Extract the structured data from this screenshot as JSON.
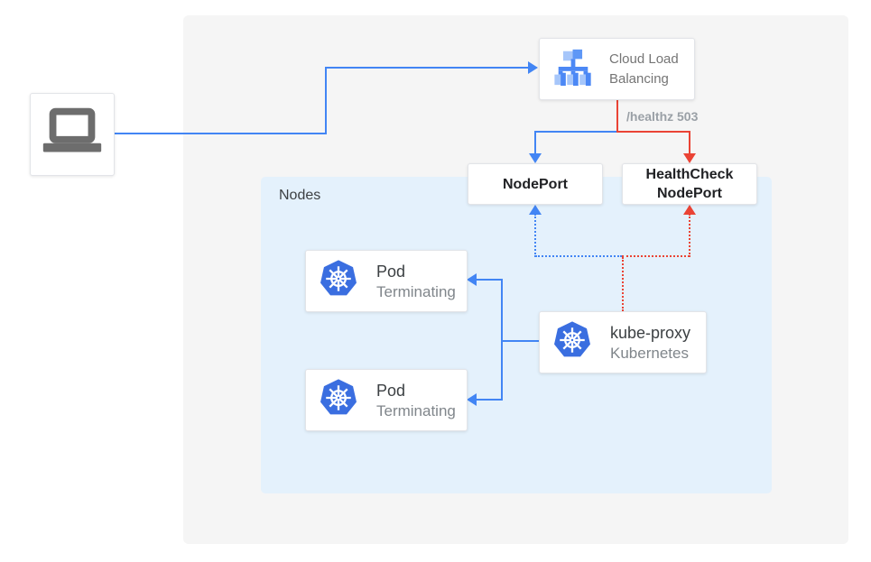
{
  "diagram": {
    "background_panel": "gcp-environment",
    "nodes_group": {
      "label": "Nodes"
    },
    "client": {
      "icon": "laptop-icon"
    },
    "cloud_load_balancing": {
      "label": "Cloud Load Balancing",
      "icon": "cloud-load-balancing-icon"
    },
    "healthz_badge": "/healthz 503",
    "node_port": {
      "label": "NodePort"
    },
    "health_check_node_port": {
      "label": "HealthCheck NodePort"
    },
    "pods": [
      {
        "title": "Pod",
        "status": "Terminating",
        "icon": "kubernetes-icon"
      },
      {
        "title": "Pod",
        "status": "Terminating",
        "icon": "kubernetes-icon"
      }
    ],
    "kube_proxy": {
      "title": "kube-proxy",
      "subtitle": "Kubernetes",
      "icon": "kubernetes-icon"
    },
    "colors": {
      "traffic_blue": "#4285f4",
      "failure_red": "#ea4335",
      "panel_gray": "#f5f5f5",
      "nodes_background": "#e4f1fc",
      "kubernetes_blue": "#3a6ee0",
      "laptop_gray": "#6d6d6d",
      "text_primary": "#3c4043",
      "text_secondary": "#757575",
      "healthz_text": "#9aa0a6"
    }
  }
}
